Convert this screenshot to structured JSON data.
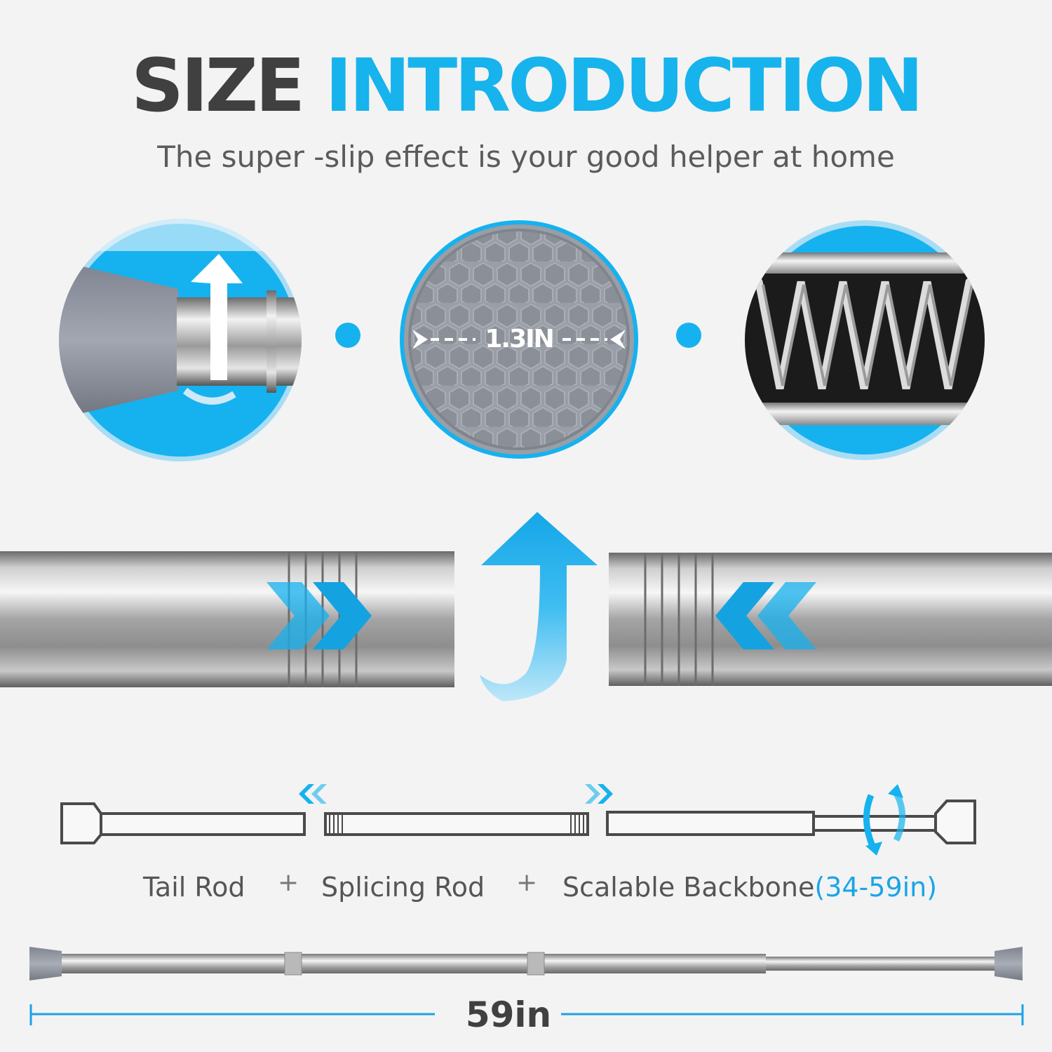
{
  "header": {
    "title_dark": "SIZE",
    "title_accent": "INTRODUCTION",
    "subtitle": "The super -slip effect is your good helper at home"
  },
  "details": {
    "pad_diameter": "1.3IN"
  },
  "parts": {
    "tail_rod": "Tail Rod",
    "plus_1": "+",
    "splicing_rod": "Splicing Rod",
    "plus_2": "+",
    "scalable_backbone": "Scalable Backbone",
    "scalable_range": "(34-59in)"
  },
  "dimension": {
    "total_length": "59in"
  },
  "colors": {
    "accent": "#15b2ef",
    "dark_text": "#404040",
    "cap_gray": "#8f949c",
    "background": "#f3f3f3"
  }
}
